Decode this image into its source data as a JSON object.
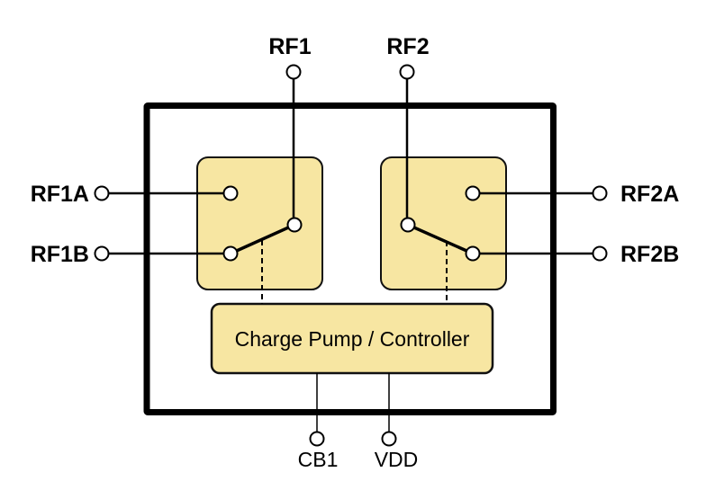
{
  "diagram": {
    "type": "functional-block-diagram",
    "blocks": {
      "charge_pump": {
        "label": "Charge Pump / Controller"
      },
      "switch1": {
        "description": "SPDT switch, pole RF1, throws RF1A/RF1B, arm closed to RF1B"
      },
      "switch2": {
        "description": "SPDT switch, pole RF2, throws RF2A/RF2B, arm closed to RF2B"
      }
    },
    "pins": {
      "rf1": {
        "label": "RF1",
        "side": "top"
      },
      "rf2": {
        "label": "RF2",
        "side": "top"
      },
      "rf1a": {
        "label": "RF1A",
        "side": "left"
      },
      "rf1b": {
        "label": "RF1B",
        "side": "left"
      },
      "rf2a": {
        "label": "RF2A",
        "side": "right"
      },
      "rf2b": {
        "label": "RF2B",
        "side": "right"
      },
      "cb1": {
        "label": "CB1",
        "side": "bottom"
      },
      "vdd": {
        "label": "VDD",
        "side": "bottom"
      }
    },
    "colors": {
      "block_fill": "#F7E6A2",
      "block_border": "#111111",
      "chip_border": "#000000",
      "line": "#000000",
      "background": "#ffffff"
    }
  }
}
